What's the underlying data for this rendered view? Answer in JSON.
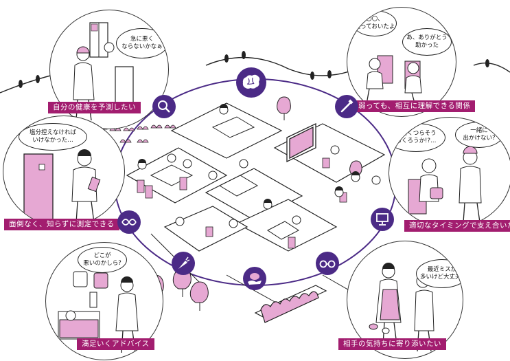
{
  "colors": {
    "accent_magenta": "#a21d6f",
    "node_purple": "#4b2a86",
    "pink_fill": "#e6a8d3",
    "line": "#2b2b2b"
  },
  "center_icons": [
    {
      "name": "brain-icon"
    },
    {
      "name": "magnifier-icon"
    },
    {
      "name": "toothbrush-icon"
    },
    {
      "name": "dna-icon"
    },
    {
      "name": "monitor-icon"
    },
    {
      "name": "carrot-icon"
    },
    {
      "name": "glasses-icon"
    },
    {
      "name": "hand-pill-icon"
    }
  ],
  "vignettes": {
    "top_left": {
      "caption": "自分の健康を予測したい",
      "bubbles": [
        "急に悪く\nならないかなぁ"
      ]
    },
    "top_right": {
      "caption": "弱っても、相互に理解できる関係",
      "bubbles": [
        "〇〇、\n送っておいたよ",
        "あ、ありがとう\n助かった"
      ]
    },
    "mid_left": {
      "caption": "面倒なく、知らずに測定できる",
      "bubbles": [
        "塩分控えなければ\nいけなかった…"
      ]
    },
    "mid_right": {
      "caption": "適切なタイミングで支え合いたい",
      "bubbles": [
        "重たくつらそう\nおくろうか!?…",
        "一緒に\n出かけない?"
      ]
    },
    "bottom_left": {
      "caption": "満足いくアドバイス",
      "bubbles": [
        "どこが\n悪いのかしら?"
      ]
    },
    "bottom_right": {
      "caption": "相手の気持ちに寄り添いたい",
      "bubbles": [
        "最近ミスが\n多いけど大丈夫?"
      ]
    }
  }
}
